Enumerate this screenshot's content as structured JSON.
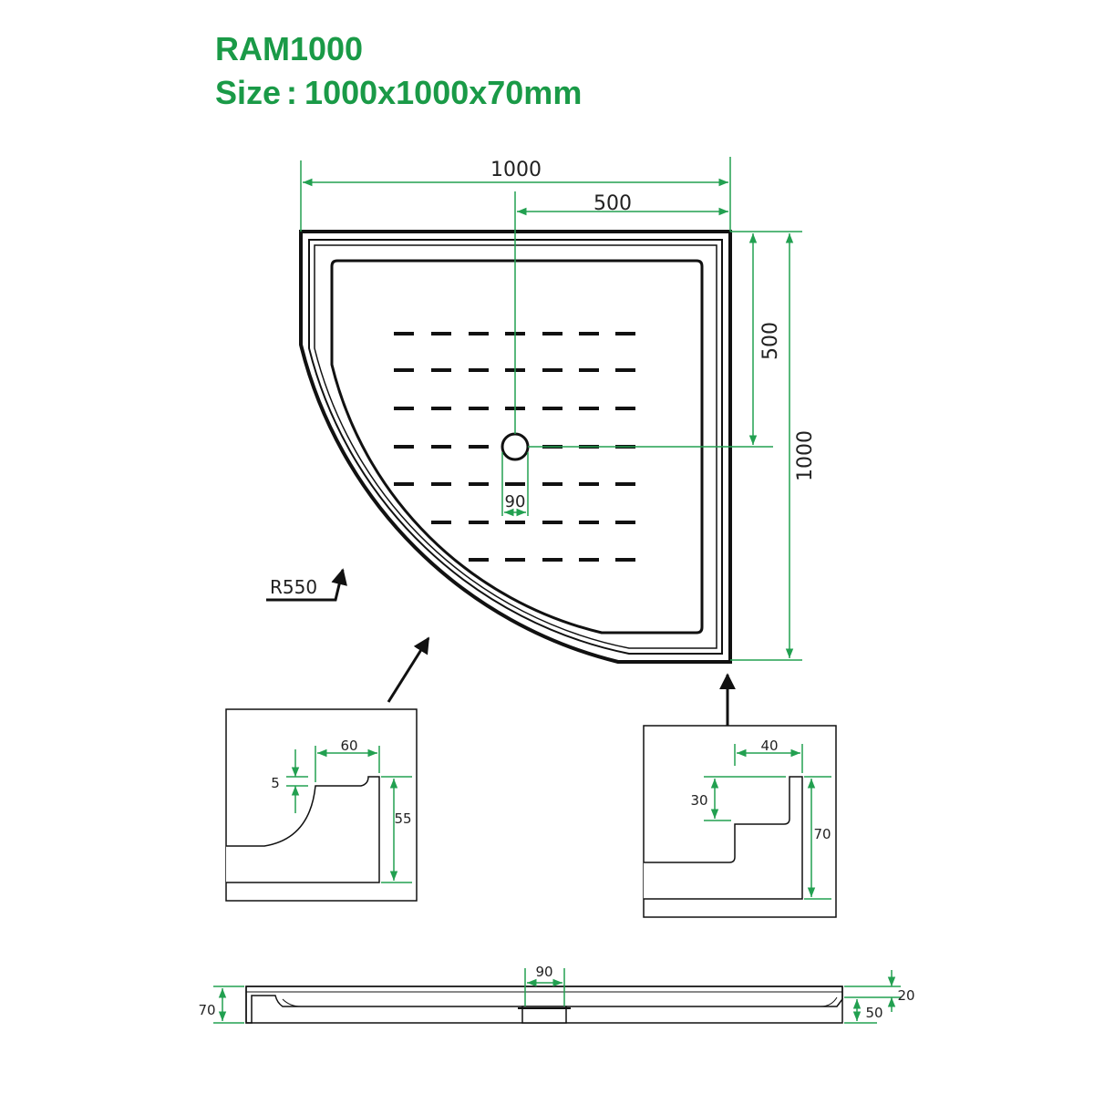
{
  "header": {
    "model": "RAM1000",
    "size_label": "Size",
    "size_sep": ":",
    "size_value": "1000x1000x70mm"
  },
  "dimensions": {
    "top_width": "1000",
    "top_half": "500",
    "right_half": "500",
    "right_full": "1000",
    "drain_diameter": "90",
    "radius": "R550"
  },
  "detail_left": {
    "width": "60",
    "lip": "5",
    "height": "55"
  },
  "detail_right": {
    "width": "40",
    "step": "30",
    "height": "70"
  },
  "side_view": {
    "drain": "90",
    "total_height": "70",
    "top_offset": "20",
    "base_height": "50"
  },
  "colors": {
    "title": "#1a9a47",
    "dimension_lines": "#22a050",
    "outline": "#111111"
  }
}
